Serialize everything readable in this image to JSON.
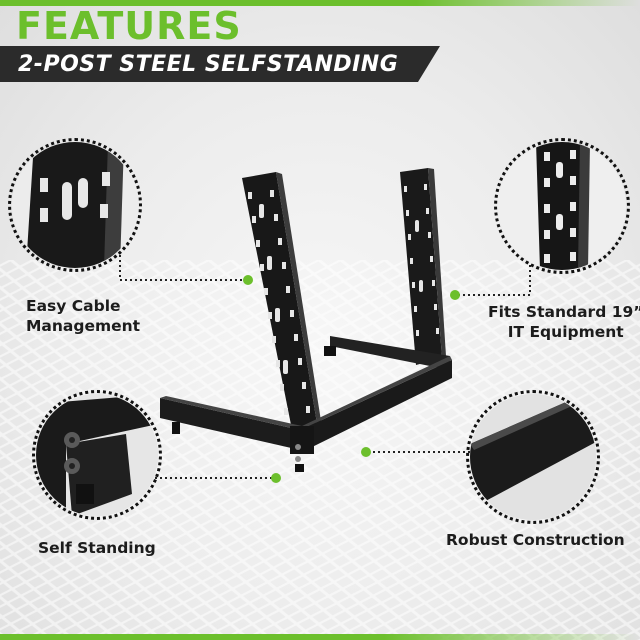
{
  "header": {
    "title": "FEATURES",
    "subtitle": "2-POST STEEL SELFSTANDING"
  },
  "features": [
    {
      "label_lines": [
        "Easy Cable",
        "Management"
      ]
    },
    {
      "label_lines": [
        "Fits Standard 19”",
        "IT Equipment"
      ]
    },
    {
      "label_lines": [
        "Self Standing"
      ]
    },
    {
      "label_lines": [
        "Robust Construction"
      ]
    }
  ],
  "colors": {
    "accent_green": "#6cbf2c",
    "dark_banner": "#2b2b2b",
    "steel_black": "#161616",
    "text_dark": "#1c1c1c"
  },
  "icons": {
    "connector_dot": "green-dot-icon"
  }
}
